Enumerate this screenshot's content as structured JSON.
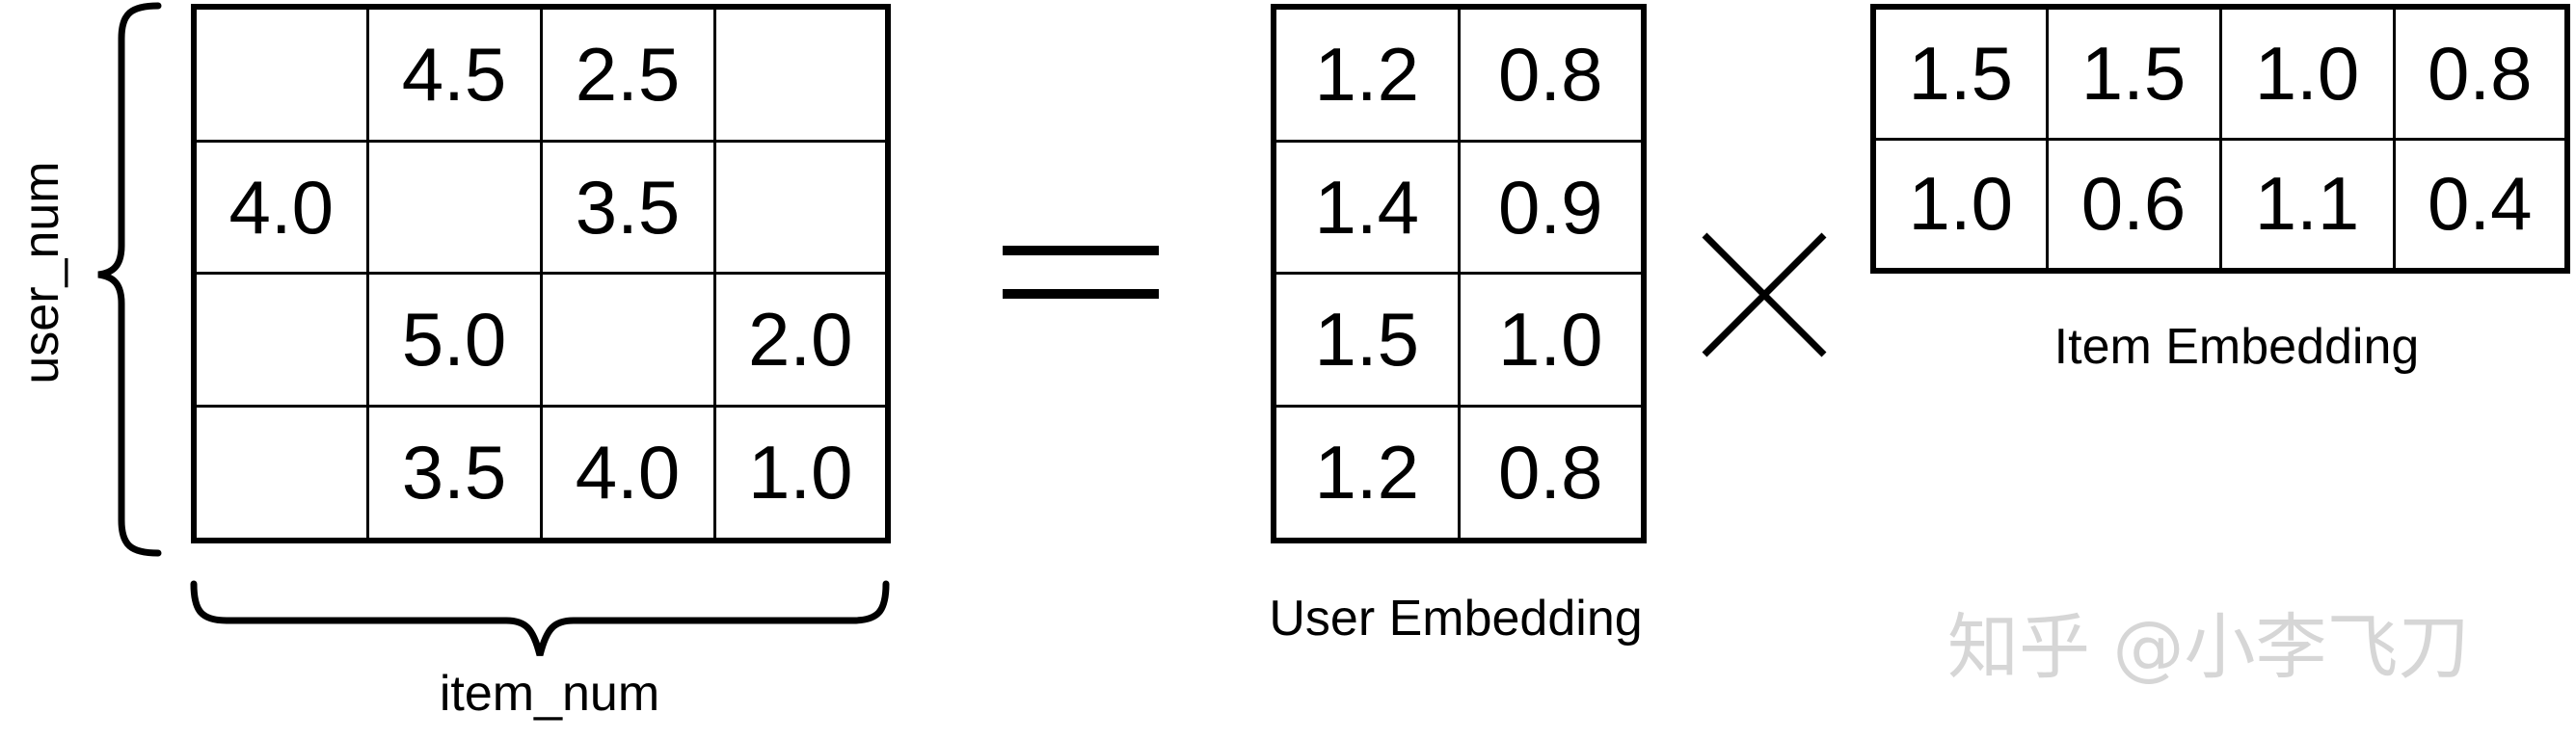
{
  "rating_matrix": {
    "rows": [
      [
        "",
        "4.5",
        "2.5",
        ""
      ],
      [
        "4.0",
        "",
        "3.5",
        ""
      ],
      [
        "",
        "5.0",
        "",
        "2.0"
      ],
      [
        "",
        "3.5",
        "4.0",
        "1.0"
      ]
    ],
    "row_axis_label": "user_num",
    "col_axis_label": "item_num"
  },
  "user_embedding": {
    "rows": [
      [
        "1.2",
        "0.8"
      ],
      [
        "1.4",
        "0.9"
      ],
      [
        "1.5",
        "1.0"
      ],
      [
        "1.2",
        "0.8"
      ]
    ],
    "label": "User Embedding"
  },
  "item_embedding": {
    "rows": [
      [
        "1.5",
        "1.5",
        "1.0",
        "0.8"
      ],
      [
        "1.0",
        "0.6",
        "1.1",
        "0.4"
      ]
    ],
    "label": "Item Embedding"
  },
  "watermark": "知乎 @小李飞刀"
}
